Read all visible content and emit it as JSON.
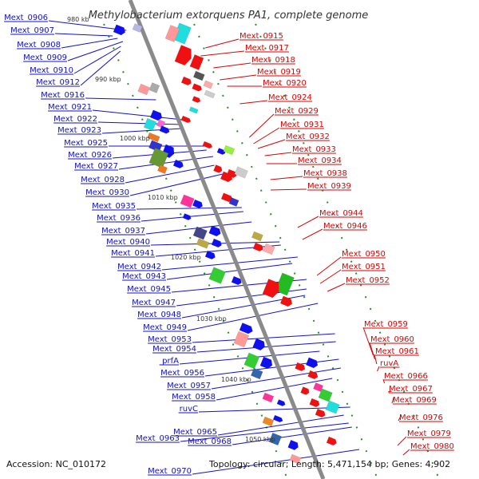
{
  "title": "Methylobacterium extorquens PA1, complete genome",
  "footer": {
    "accession": "Accession: NC_010172",
    "topology": "Topology: circular; Length: 5,471,154 bp; Genes: 4,902"
  },
  "colors": {
    "forward_label": "#1010cc",
    "reverse_label": "#e00000",
    "backbone": "#8a8a8a",
    "tick": "#2a8a2a"
  },
  "scale_labels": [
    "980 kb",
    "990 kbp",
    "1000 kbp",
    "1010 kbp",
    "1020 kbp",
    "1030 kbp",
    "1040 kbp",
    "1050 kbp"
  ],
  "forward_genes": [
    "Mext_0906",
    "Mext_0907",
    "Mext_0908",
    "Mext_0909",
    "Mext_0910",
    "Mext_0912",
    "Mext_0916",
    "Mext_0921",
    "Mext_0922",
    "Mext_0923",
    "Mext_0925",
    "Mext_0926",
    "Mext_0927",
    "Mext_0928",
    "Mext_0930",
    "Mext_0935",
    "Mext_0936",
    "Mext_0937",
    "Mext_0940",
    "Mext_0941",
    "Mext_0942",
    "Mext_0943",
    "Mext_0945",
    "Mext_0947",
    "Mext_0948",
    "Mext_0949",
    "Mext_0953",
    "Mext_0954",
    "prfA",
    "Mext_0956",
    "Mext_0957",
    "Mext_0958",
    "ruvC",
    "Mext_0965",
    "Mext_0963",
    "Mext_0968",
    "Mext_0970"
  ],
  "reverse_genes": [
    "Mext_0915",
    "Mext_0917",
    "Mext_0918",
    "Mext_0919",
    "Mext_0920",
    "Mext_0924",
    "Mext_0929",
    "Mext_0931",
    "Mext_0932",
    "Mext_0933",
    "Mext_0934",
    "Mext_0938",
    "Mext_0939",
    "Mext_0944",
    "Mext_0946",
    "Mext_0950",
    "Mext_0951",
    "Mext_0952",
    "Mext_0959",
    "Mext_0960",
    "Mext_0961",
    "ruvA",
    "Mext_0966",
    "Mext_0967",
    "Mext_0969",
    "Mext_0976",
    "Mext_0979",
    "Mext_0980"
  ]
}
